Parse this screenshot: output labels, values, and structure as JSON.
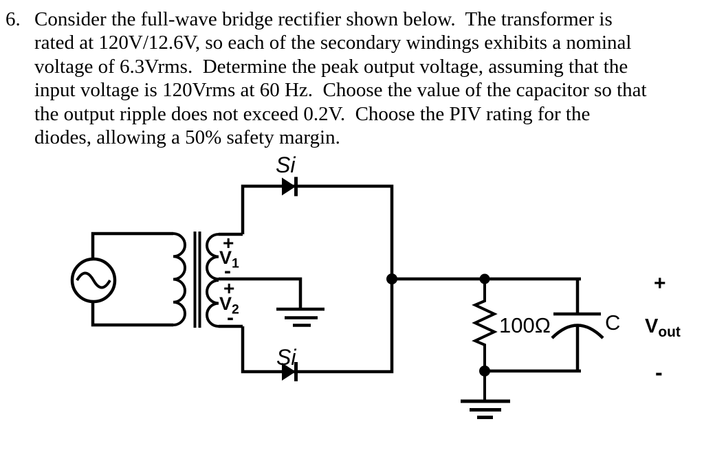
{
  "problem": {
    "number": "6.",
    "lines": [
      "Consider the full-wave bridge rectifier shown below.  The transformer is",
      "rated at 120V/12.6V, so each of the secondary windings exhibits a nominal",
      "voltage of 6.3Vrms.  Determine the peak output voltage, assuming that the",
      "input voltage is 120Vrms at 60 Hz.  Choose the value of the capacitor so that",
      "the output ripple does not exceed 0.2V.  Choose the PIV rating for the",
      "diodes, allowing a 50% safety margin."
    ]
  },
  "circuit": {
    "top_diode_label": "Si",
    "bottom_diode_label": "Si",
    "winding1": {
      "plus": "+",
      "name": "V",
      "sub": "1",
      "minus": "-"
    },
    "winding2": {
      "plus": "+",
      "name": "V",
      "sub": "2",
      "minus": "-"
    },
    "resistor_label": "100Ω",
    "capacitor_label": "C",
    "output": {
      "plus": "+",
      "name": "V",
      "sub": "out",
      "minus": "-"
    },
    "colors": {
      "ink": "#000000",
      "background": "#ffffff"
    }
  }
}
